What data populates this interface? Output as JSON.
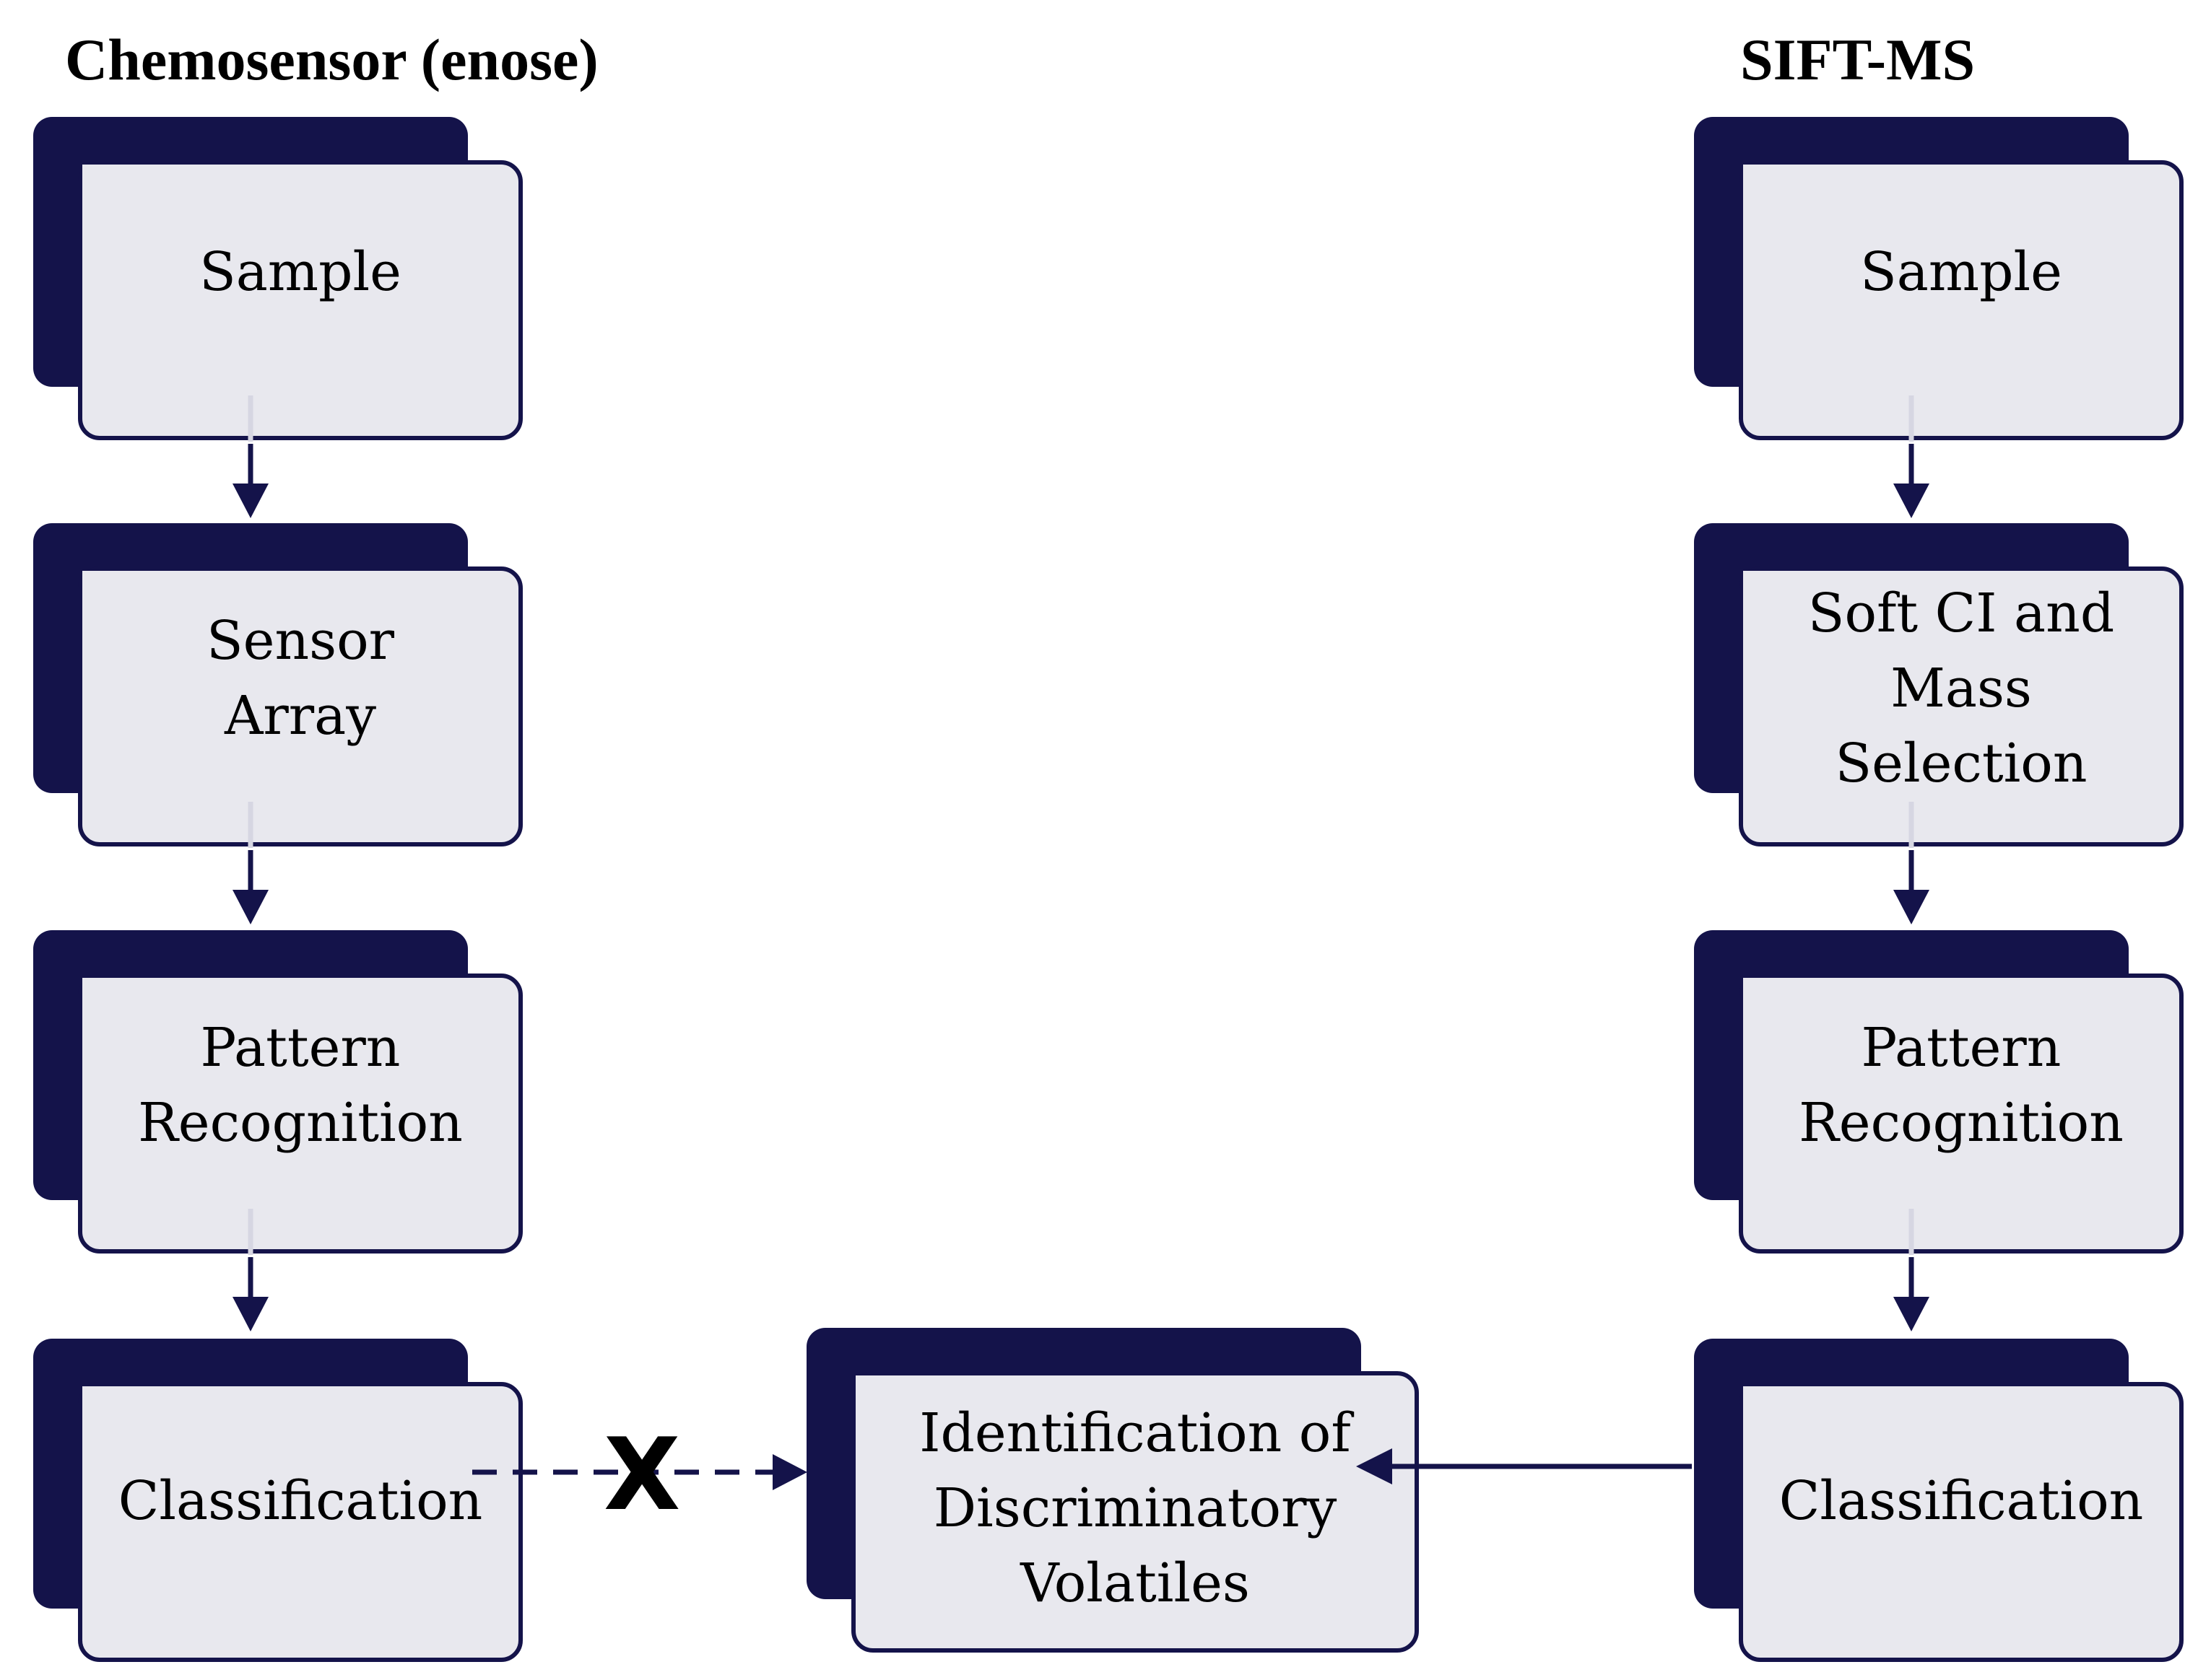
{
  "headings": {
    "left": "Chemosensor (enose)",
    "right": "SIFT-MS"
  },
  "left_column": {
    "step1": "Sample",
    "step2": "Sensor\nArray",
    "step3": "Pattern\nRecognition",
    "step4": "Classification"
  },
  "right_column": {
    "step1": "Sample",
    "step2": "Soft CI and\nMass\nSelection",
    "step3": "Pattern\nRecognition",
    "step4": "Classification"
  },
  "center_node": "Identification of\nDiscriminatory\nVolatiles",
  "blocked_marker": "X",
  "colors": {
    "navy": "#14134a",
    "card": "#e8e8ee",
    "text": "#000000"
  }
}
